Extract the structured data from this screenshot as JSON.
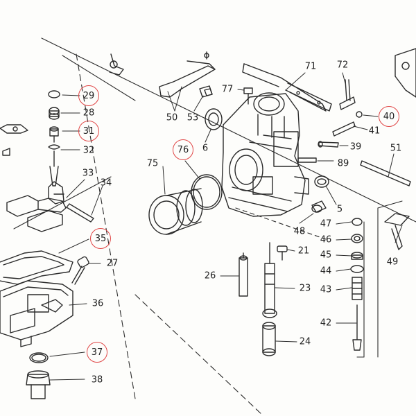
{
  "colors": {
    "ink": "#2b2b2b",
    "highlight_ring": "#e04545",
    "paper": "#fdfdfb"
  },
  "labels": {
    "p21": "21",
    "p23": "23",
    "p24": "24",
    "p26": "26",
    "p27": "27",
    "p28": "28",
    "p29": "29",
    "p31": "31",
    "p32": "32",
    "p33": "33",
    "p34": "34",
    "p35": "35",
    "p36": "36",
    "p37": "37",
    "p38": "38",
    "p39": "39",
    "p40": "40",
    "p41": "41",
    "p42": "42",
    "p43": "43",
    "p44": "44",
    "p45": "45",
    "p46": "46",
    "p47": "47",
    "p48": "48",
    "p49": "49",
    "p50": "50",
    "p51": "51",
    "p53": "53",
    "p6": "6",
    "p5": "5",
    "p71": "71",
    "p72": "72",
    "p75": "75",
    "p76": "76",
    "p77": "77",
    "p89": "89"
  }
}
